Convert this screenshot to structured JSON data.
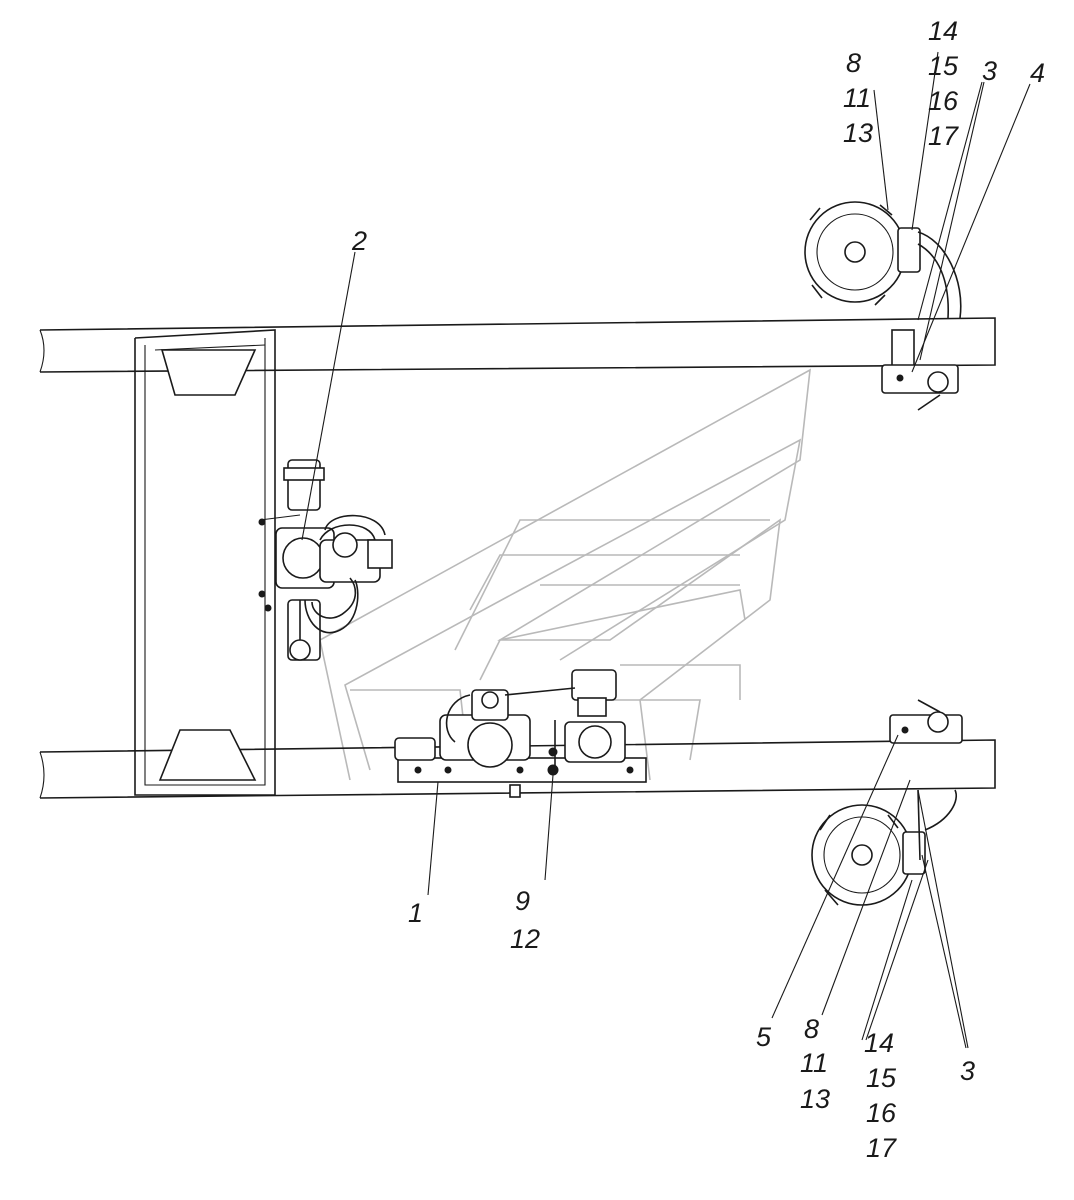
{
  "callouts": [
    {
      "id": "c-top-8",
      "text": "8"
    },
    {
      "id": "c-top-11",
      "text": "11"
    },
    {
      "id": "c-top-13",
      "text": "13"
    },
    {
      "id": "c-top-14",
      "text": "14"
    },
    {
      "id": "c-top-15",
      "text": "15"
    },
    {
      "id": "c-top-16",
      "text": "16"
    },
    {
      "id": "c-top-17",
      "text": "17"
    },
    {
      "id": "c-top-3",
      "text": "3"
    },
    {
      "id": "c-top-4",
      "text": "4"
    },
    {
      "id": "c-2",
      "text": "2"
    },
    {
      "id": "c-1",
      "text": "1"
    },
    {
      "id": "c-9",
      "text": "9"
    },
    {
      "id": "c-12",
      "text": "12"
    },
    {
      "id": "c-bot-5",
      "text": "5"
    },
    {
      "id": "c-bot-8",
      "text": "8"
    },
    {
      "id": "c-bot-11",
      "text": "11"
    },
    {
      "id": "c-bot-13",
      "text": "13"
    },
    {
      "id": "c-bot-14",
      "text": "14"
    },
    {
      "id": "c-bot-15",
      "text": "15"
    },
    {
      "id": "c-bot-16",
      "text": "16"
    },
    {
      "id": "c-bot-17",
      "text": "17"
    },
    {
      "id": "c-bot-3",
      "text": "3"
    }
  ],
  "colors": {
    "line": "#1a1a1a",
    "watermark": "#b9b9b9",
    "background": "#ffffff"
  }
}
